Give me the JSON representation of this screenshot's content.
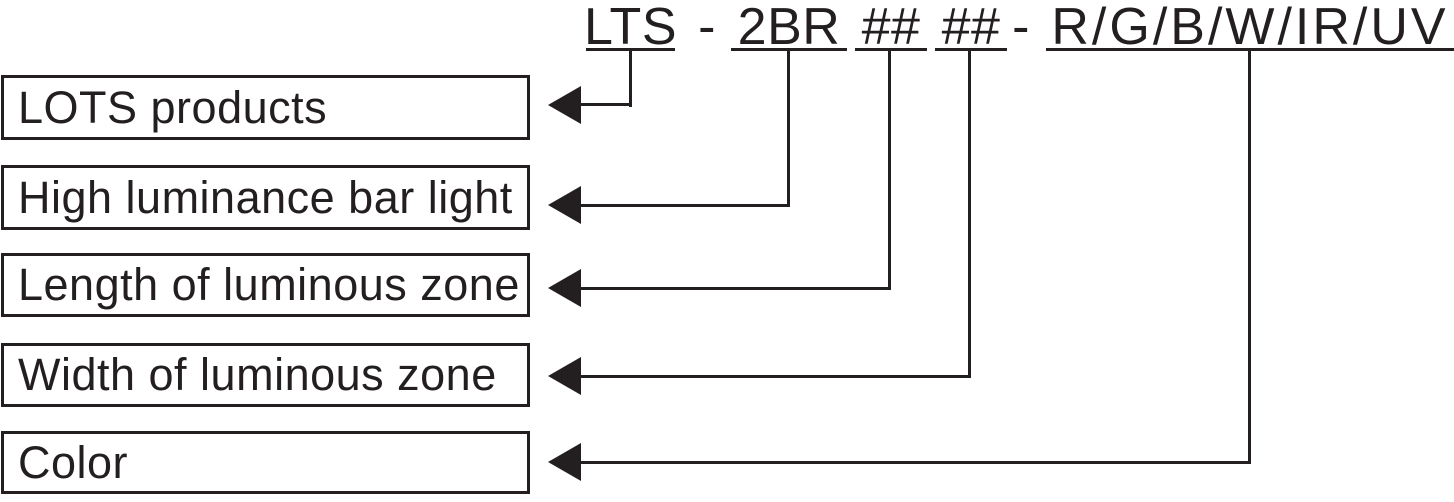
{
  "code": {
    "full": "LTS - 2BR ## ## - R/G/B/W/IR/UV",
    "segments": [
      {
        "text": "LTS",
        "underlined": true
      },
      {
        "text": "-",
        "underlined": false
      },
      {
        "text": "2BR",
        "underlined": true
      },
      {
        "text": "##",
        "underlined": true
      },
      {
        "text": "##",
        "underlined": true
      },
      {
        "text": "-",
        "underlined": false
      },
      {
        "text": "R/G/B/W/IR/UV",
        "underlined": true
      }
    ]
  },
  "rows": [
    {
      "label": "LOTS products",
      "code_part": "LTS"
    },
    {
      "label": "High luminance bar light",
      "code_part": "2BR"
    },
    {
      "label": "Length of luminous zone",
      "code_part": "## (first)"
    },
    {
      "label": "Width of luminous zone",
      "code_part": "## (second)"
    },
    {
      "label": "Color",
      "code_part": "R/G/B/W/IR/UV"
    }
  ],
  "colors": {
    "ink": "#231f20",
    "background": "#ffffff"
  }
}
